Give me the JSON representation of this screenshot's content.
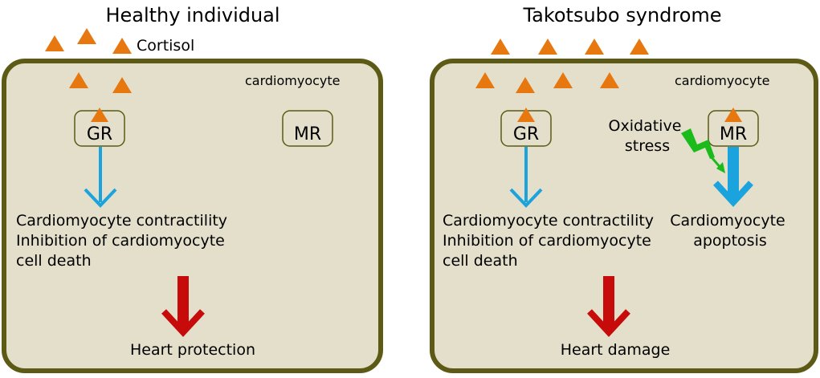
{
  "colors": {
    "cell_fill": "#e3dfcb",
    "cell_border": "#5c5a14",
    "triangle": "#e6780f",
    "blue_arrow": "#1aa3dc",
    "red_arrow": "#c70a0a",
    "green_bolt": "#1cbb1c"
  },
  "cortisol_label": "Cortisol",
  "left": {
    "title": "Healthy individual",
    "cell_label": "cardiomyocyte",
    "gr_label": "GR",
    "mr_label": "MR",
    "effect_lines": [
      "Cardiomyocyte contractility",
      "Inhibition of cardiomyocyte",
      "cell death"
    ],
    "outcome": "Heart protection"
  },
  "right": {
    "title": "Takotsubo syndrome",
    "cell_label": "cardiomyocyte",
    "gr_label": "GR",
    "mr_label": "MR",
    "stress_lines": [
      "Oxidative",
      "stress"
    ],
    "gr_effect_lines": [
      "Cardiomyocyte contractility",
      "Inhibition of cardiomyocyte",
      "cell death"
    ],
    "mr_effect_lines": [
      "Cardiomyocyte",
      "apoptosis"
    ],
    "outcome": "Heart damage"
  },
  "icons": {
    "hormone": "triangle-icon",
    "stress": "lightning-bolt-icon",
    "pathway": "arrow-down-icon"
  }
}
